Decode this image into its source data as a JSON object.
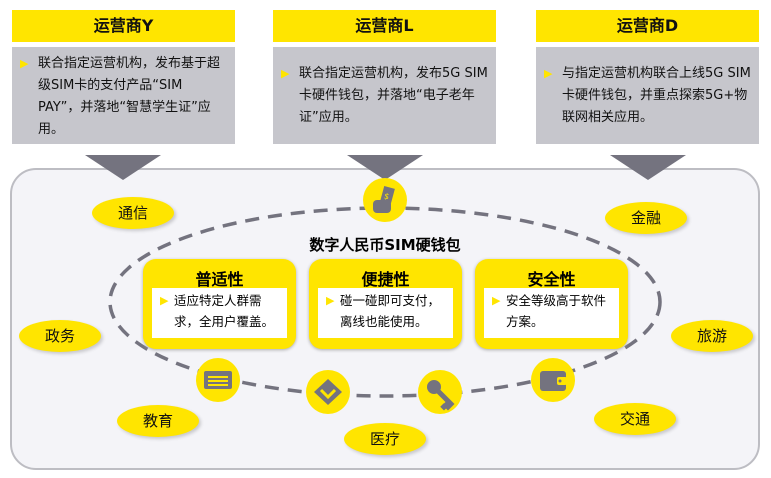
{
  "operators": [
    {
      "title": "运营商Y",
      "text": "联合指定运营机构，发布基于超级SIM卡的支付产品“SIM PAY”，并落地“智慧学生证”应用。"
    },
    {
      "title": "运营商L",
      "text": "联合指定运营机构，发布5G SIM卡硬件钱包，并落地“电子老年证”应用。"
    },
    {
      "title": "运营商D",
      "text": "与指定运营机构联合上线5G SIM卡硬件钱包，并重点探索5G+物联网相关应用。"
    }
  ],
  "center_title": "数字人民币SIM硬钱包",
  "features": [
    {
      "title": "普适性",
      "text": "适应特定人群需求，全用户覆盖。"
    },
    {
      "title": "便捷性",
      "text": "碰一碰即可支付，离线也能使用。"
    },
    {
      "title": "安全性",
      "text": "安全等级高于软件方案。"
    }
  ],
  "scenarios": [
    "通信",
    "金融",
    "政务",
    "旅游",
    "教育",
    "医疗",
    "交通"
  ],
  "colors": {
    "accent": "#ffe500",
    "gray": "#74737f",
    "box": "#c6c6cc"
  }
}
